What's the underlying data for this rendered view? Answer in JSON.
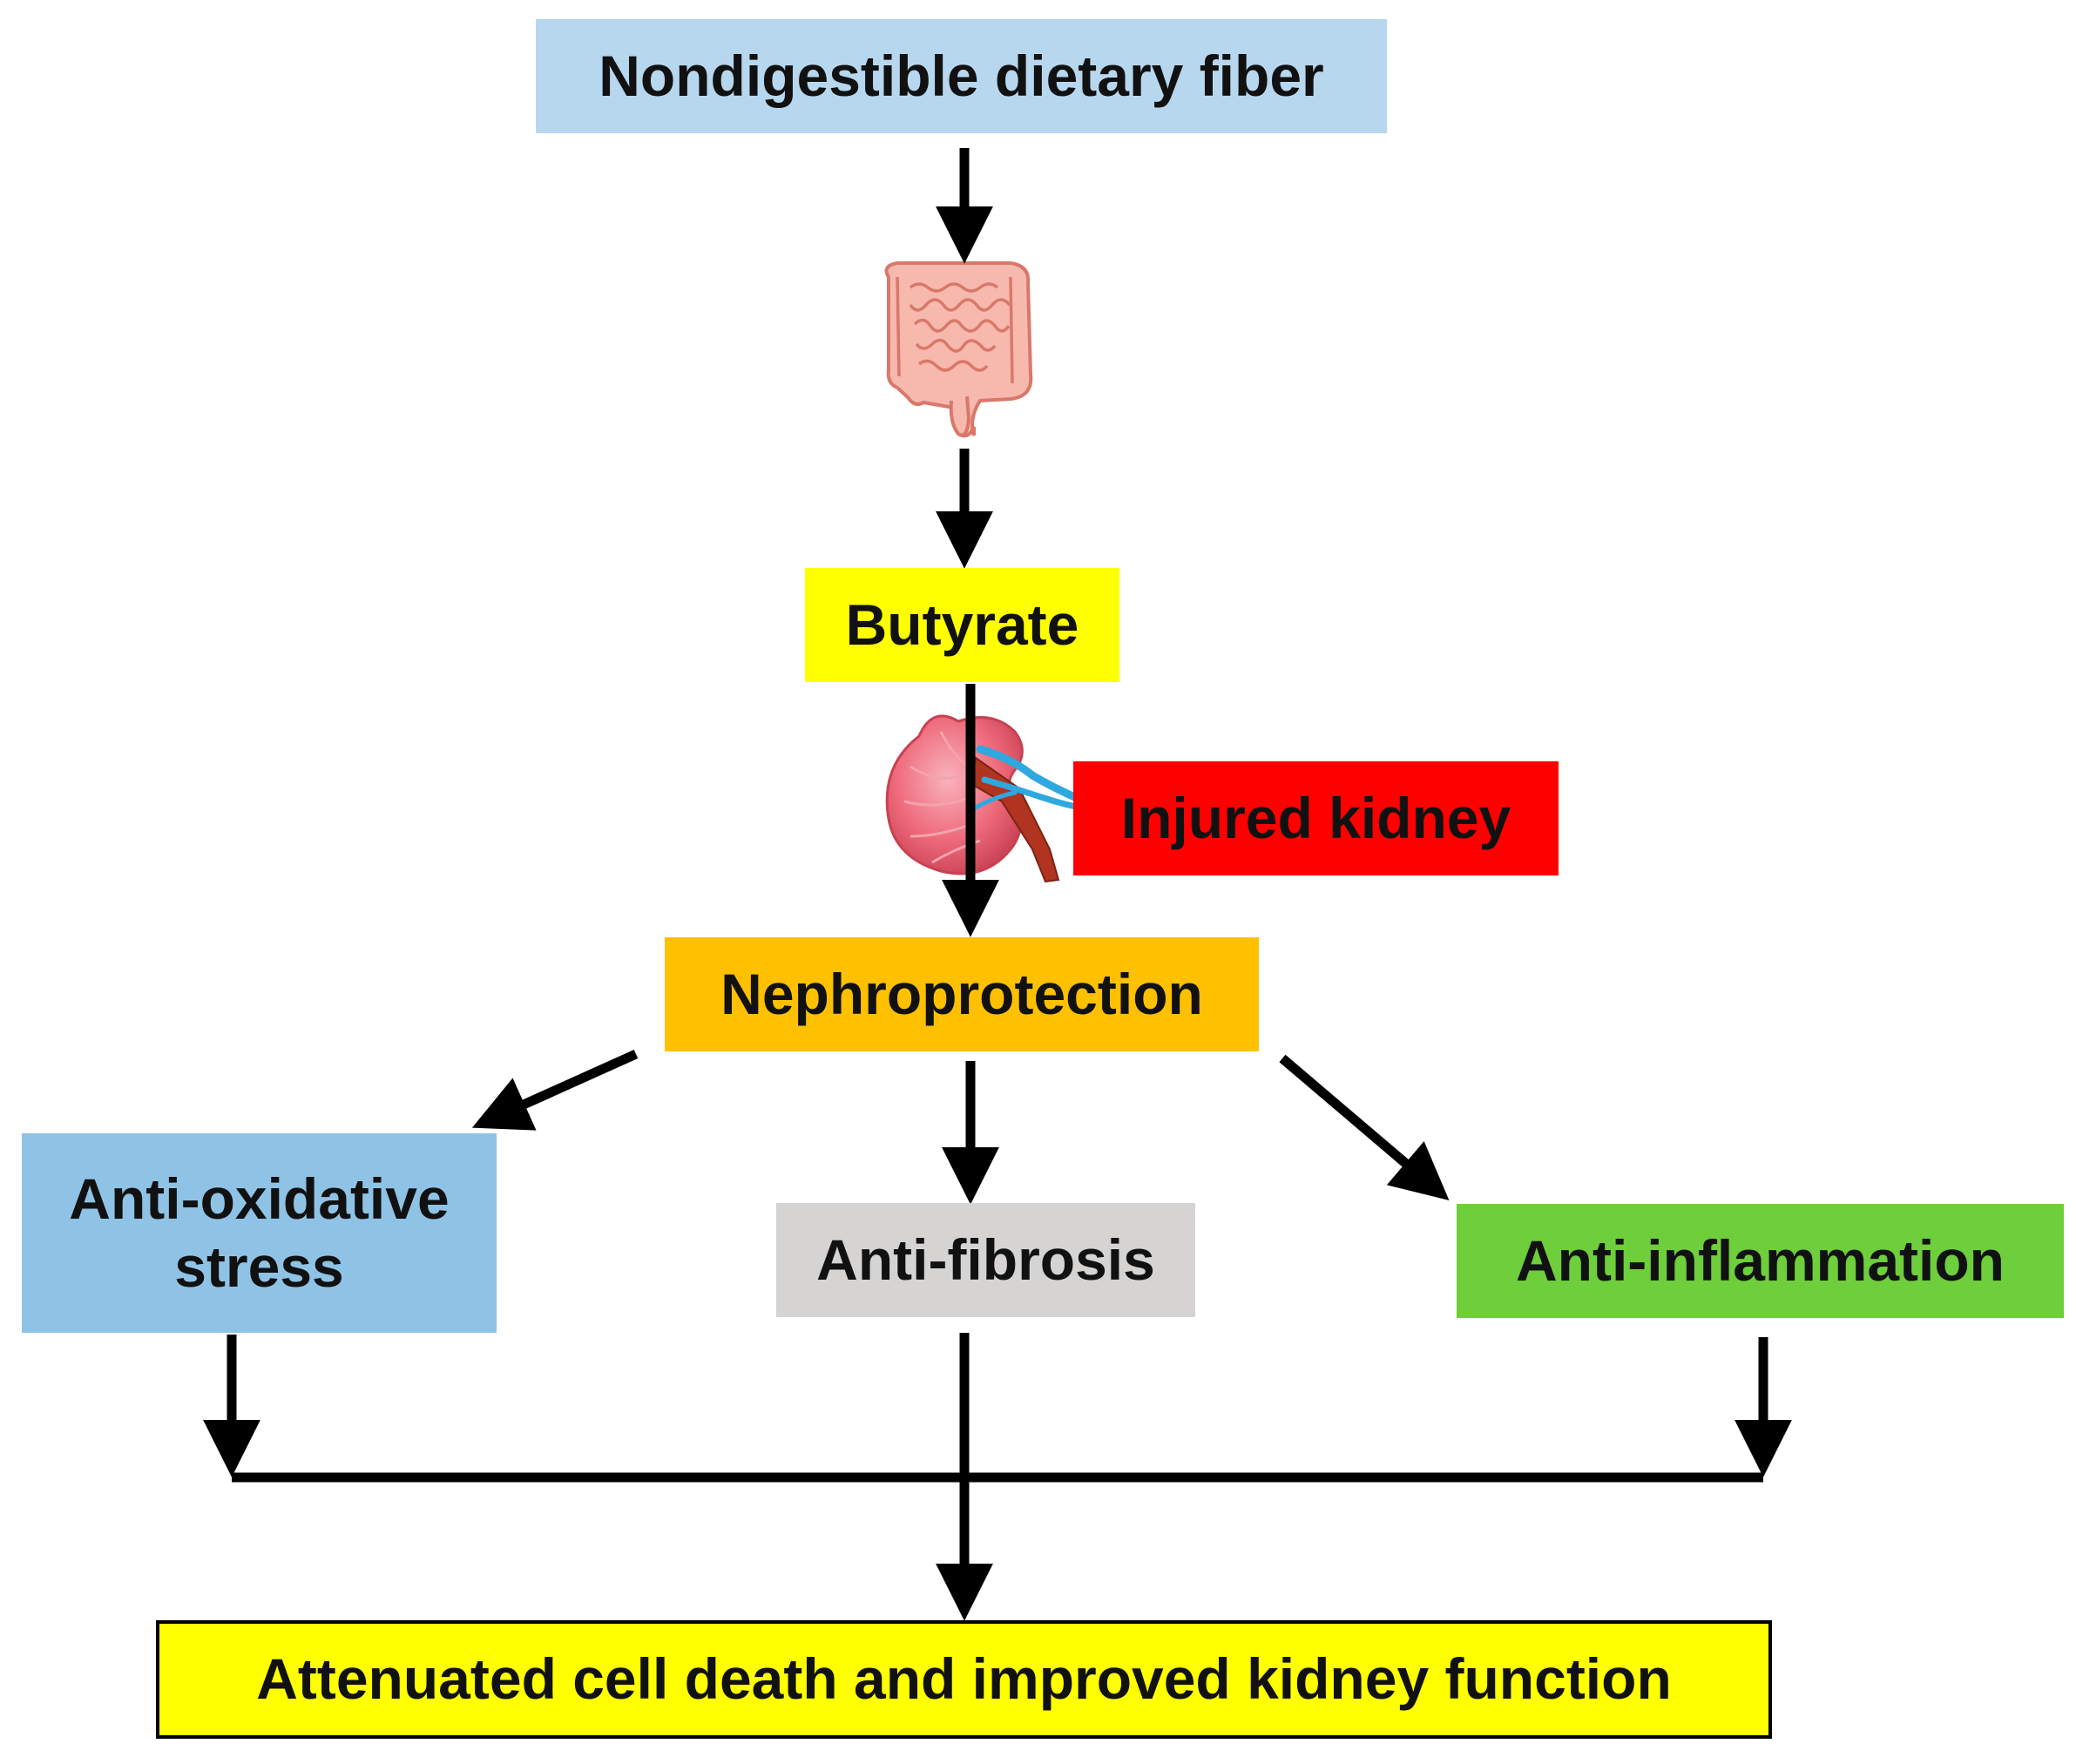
{
  "nodes": {
    "fiber": {
      "label": "Nondigestible dietary fiber",
      "color": "#b7d7ee"
    },
    "butyrate": {
      "label": "Butyrate",
      "color": "#ffff00"
    },
    "injured": {
      "label": "Injured kidney",
      "color": "#ff0000"
    },
    "nephro": {
      "label": "Nephroprotection",
      "color": "#ffc000"
    },
    "oxid": {
      "line1": "Anti-oxidative",
      "line2": "stress",
      "color": "#8fc3e6"
    },
    "fibro": {
      "label": "Anti-fibrosis",
      "color": "#d6d3d3"
    },
    "inflam": {
      "label": "Anti-inflammation",
      "color": "#6ece3c"
    },
    "final": {
      "label": "Attenuated cell death and improved kidney function",
      "color": "#ffff00"
    }
  },
  "illustrations": {
    "intestine": "intestine-icon",
    "kidney": "kidney-icon"
  },
  "colors": {
    "arrow": "#000000",
    "intestine_fill": "#f7b9ad",
    "intestine_stroke": "#d9786a",
    "kidney_fill": "#f0707e",
    "kidney_vessel_blue": "#2fa8e0",
    "kidney_vessel_red": "#b0341f"
  }
}
